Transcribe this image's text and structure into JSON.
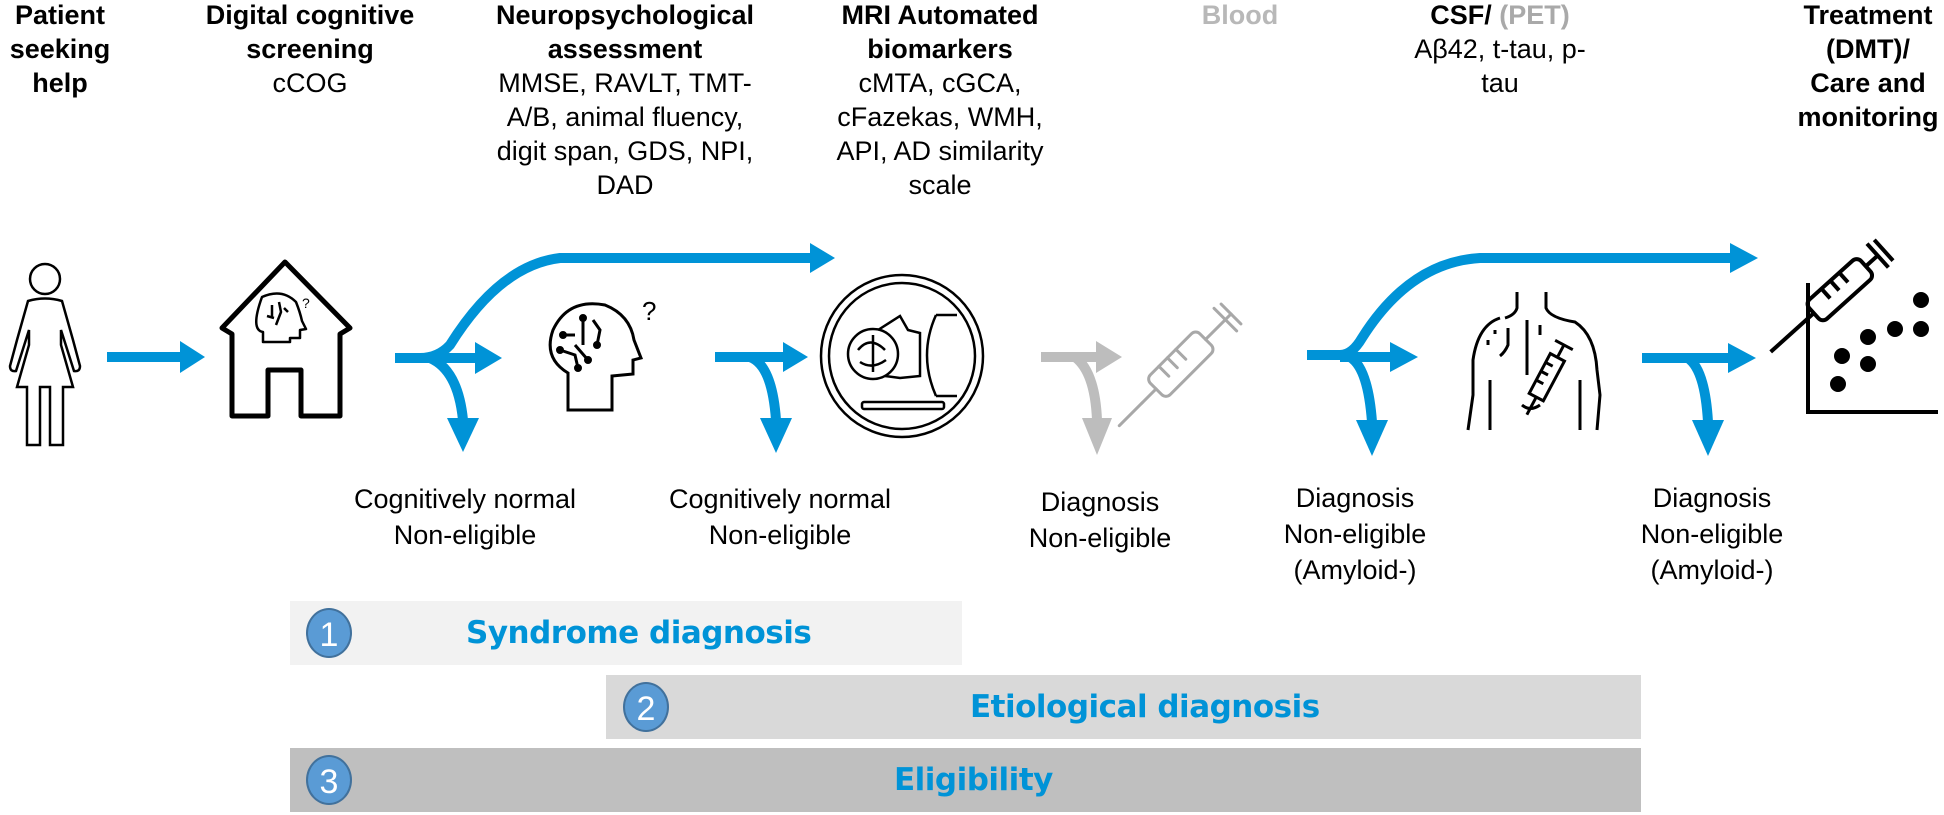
{
  "colors": {
    "flow_blue": "#0093d7",
    "flow_grey": "#bdbdbd",
    "band1_bg": "#f2f2f2",
    "band2_bg": "#d9d9d9",
    "band3_bg": "#bfbfbf",
    "badge_fill": "#5a9bd5"
  },
  "steps": [
    {
      "title_lines": [
        "Patient",
        "seeking",
        "help"
      ],
      "sub_lines": []
    },
    {
      "title_lines": [
        "Digital cognitive",
        "screening"
      ],
      "sub_lines": [
        "cCOG"
      ]
    },
    {
      "title_lines": [
        "Neuropsychological",
        "assessment"
      ],
      "sub_lines": [
        "MMSE, RAVLT, TMT-",
        "A/B, animal fluency,",
        "digit span, GDS, NPI,",
        "DAD"
      ]
    },
    {
      "title_lines": [
        "MRI Automated",
        "biomarkers"
      ],
      "sub_lines": [
        "cMTA, cGCA,",
        "cFazekas, WMH,",
        "API, AD similarity",
        "scale"
      ]
    },
    {
      "title_lines": [
        "Blood"
      ],
      "sub_lines": [],
      "greyed": true
    },
    {
      "title_main": "CSF/",
      "title_grey": "(PET)",
      "sub_lines": [
        "Aβ42, t-tau, p-",
        "tau"
      ]
    },
    {
      "title_lines": [
        "Treatment",
        "(DMT)/",
        "Care and",
        "monitoring"
      ],
      "sub_lines": []
    }
  ],
  "icons": [
    "patient-woman-icon",
    "house-brain-icon",
    "head-circuit-question-icon",
    "mri-scanner-icon",
    "blood-syringe-icon",
    "back-lumbar-puncture-icon",
    "syringe-scatter-plot-icon"
  ],
  "outcomes": [
    {
      "lines": [
        "Cognitively normal",
        "Non-eligible"
      ]
    },
    {
      "lines": [
        "Cognitively normal",
        "Non-eligible"
      ]
    },
    {
      "lines": [
        "Diagnosis",
        "Non-eligible"
      ]
    },
    {
      "lines": [
        "Diagnosis",
        "Non-eligible",
        "(Amyloid-)"
      ]
    },
    {
      "lines": [
        "Diagnosis",
        "Non-eligible",
        "(Amyloid-)"
      ]
    }
  ],
  "phases": [
    {
      "number": "1",
      "label": "Syndrome diagnosis"
    },
    {
      "number": "2",
      "label": "Etiological diagnosis"
    },
    {
      "number": "3",
      "label": "Eligibility"
    }
  ]
}
